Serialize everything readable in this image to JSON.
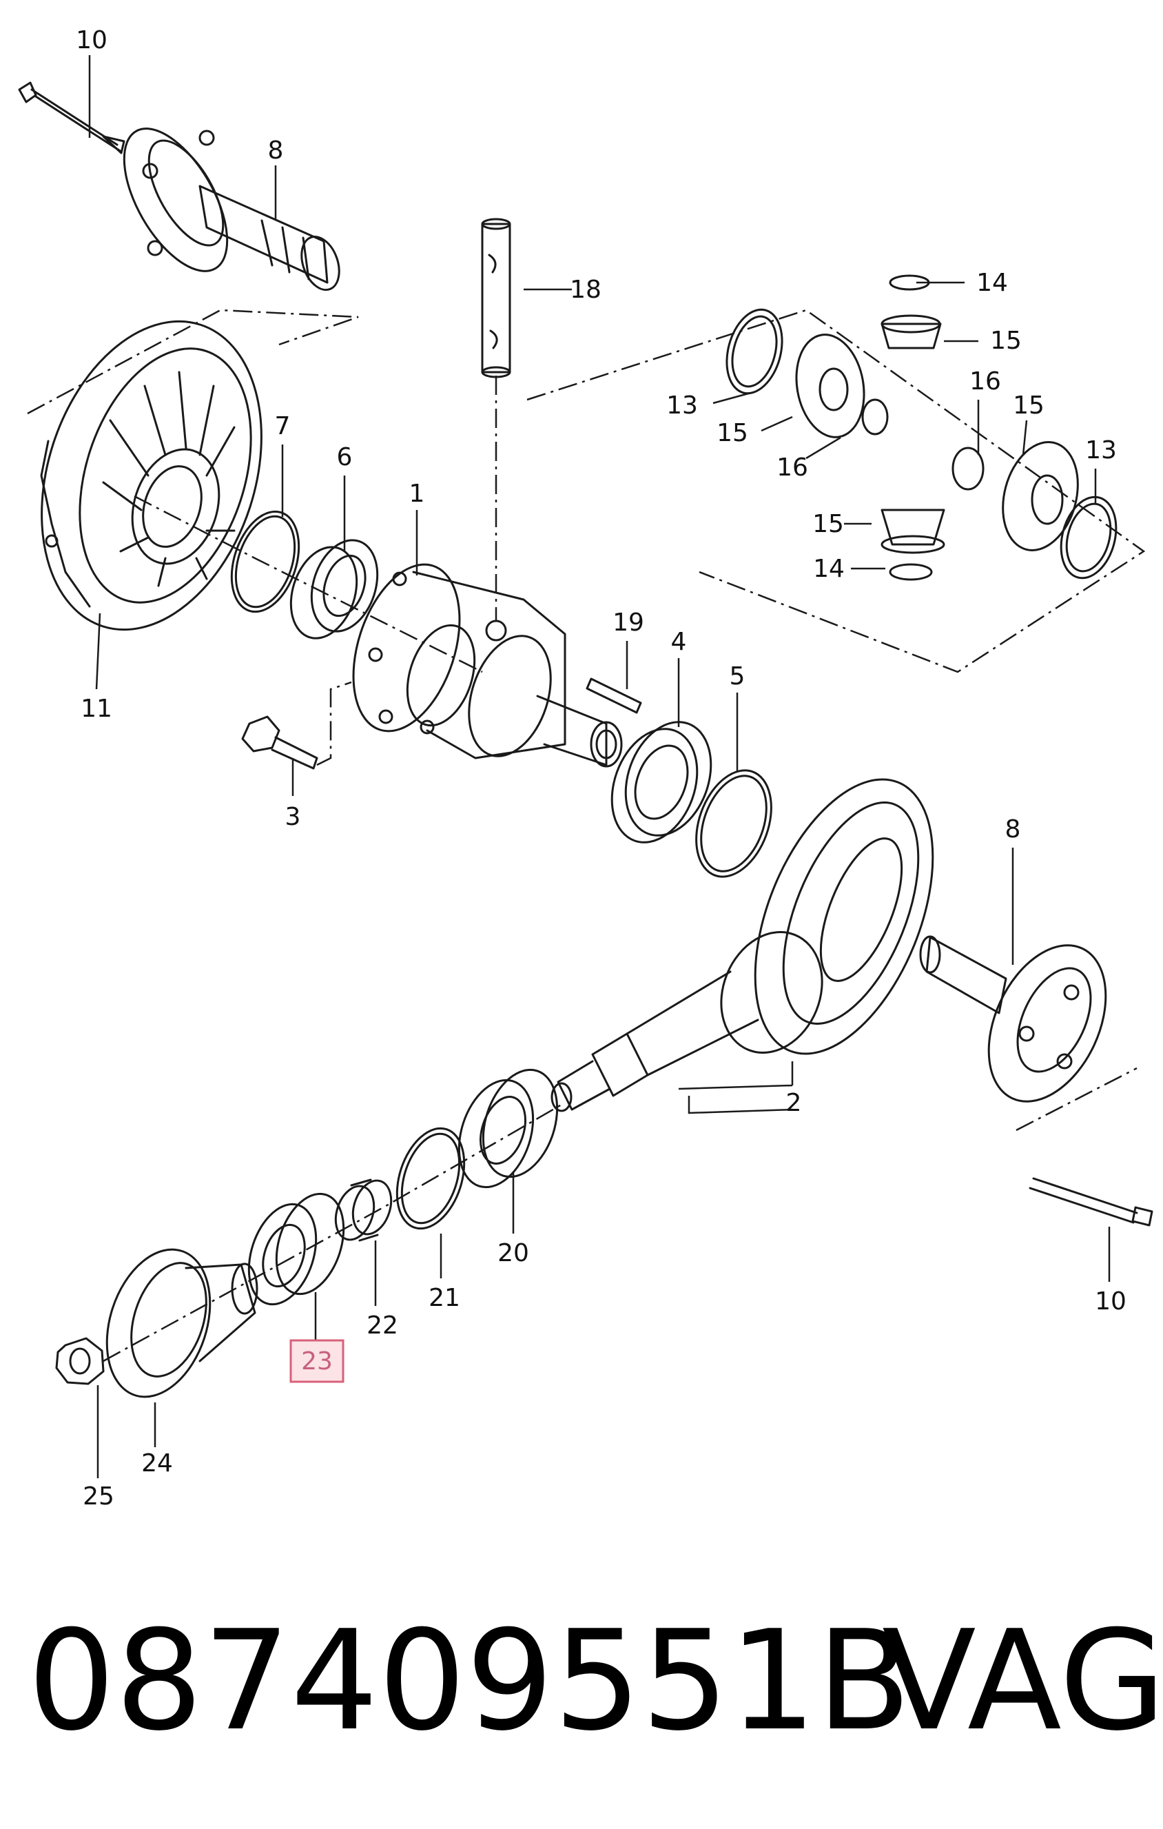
{
  "diagram": {
    "callouts": {
      "c1": "1",
      "c2": "2",
      "c3": "3",
      "c4": "4",
      "c5": "5",
      "c6": "6",
      "c7": "7",
      "c8_top": "8",
      "c8_right": "8",
      "c10_top": "10",
      "c10_right": "10",
      "c11": "11",
      "c13_a": "13",
      "c13_b": "13",
      "c14_a": "14",
      "c14_b": "14",
      "c15_a": "15",
      "c15_b": "15",
      "c15_c": "15",
      "c15_d": "15",
      "c16_a": "16",
      "c16_b": "16",
      "c18": "18",
      "c19": "19",
      "c20": "20",
      "c21": "21",
      "c22": "22",
      "c23": "23",
      "c24": "24",
      "c25": "25"
    },
    "highlighted_callout": "23",
    "highlight_color": "#d9607a"
  },
  "footer": {
    "part_number": "087409551B",
    "brand": "VAG"
  }
}
